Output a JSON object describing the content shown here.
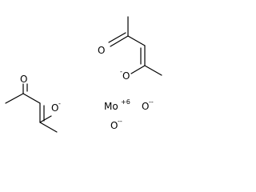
{
  "labels": {
    "acac1_o_keto": "O",
    "acac1_o_enolate": "O",
    "acac1_o_enolate_charge": "-",
    "acac2_o_keto": "O",
    "acac2_o_enolate": "O",
    "acac2_o_enolate_charge": "-",
    "metal": "Mo",
    "metal_charge": "+6",
    "oxide1": "O",
    "oxide1_charge": "--",
    "oxide2": "O",
    "oxide2_charge": "--"
  }
}
